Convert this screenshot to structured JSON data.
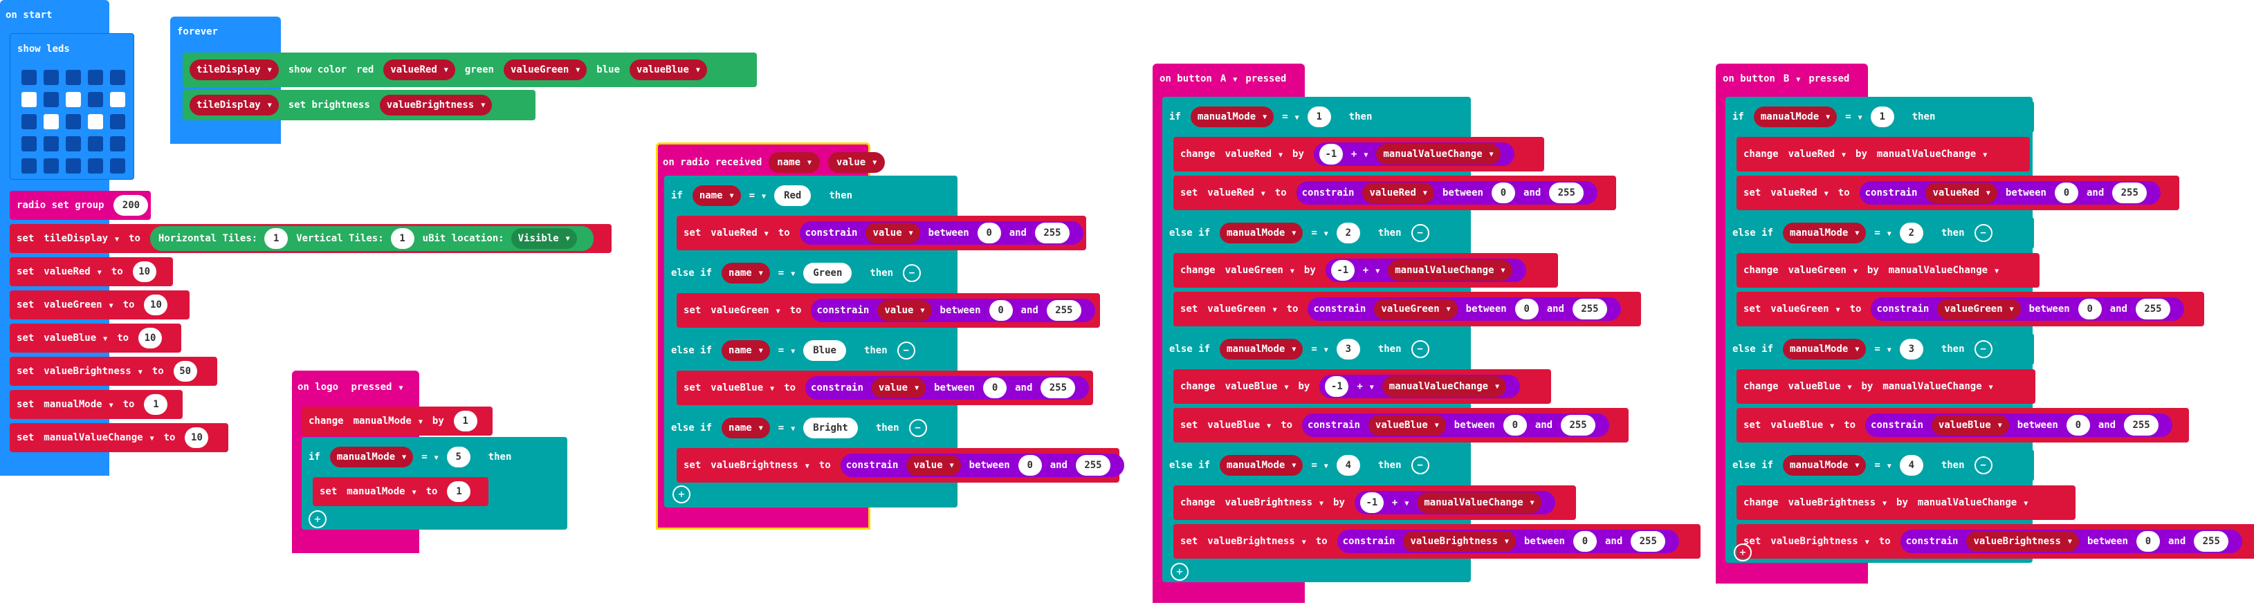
{
  "colors": {
    "loops": "#1e90ff",
    "radio": "#e3008c",
    "variables": "#dc143c",
    "logic": "#00a4a6",
    "math": "#9400d3",
    "display": "#27ae60"
  },
  "on_start": {
    "hat": "on start",
    "show_leds": "show leds",
    "leds": [
      0,
      0,
      0,
      0,
      0,
      1,
      0,
      1,
      0,
      1,
      0,
      1,
      0,
      1,
      0,
      0,
      0,
      0,
      0,
      0,
      0,
      0,
      0,
      0,
      0
    ],
    "radio_set_group": {
      "label": "radio set group",
      "value": "200"
    },
    "set_tile": {
      "set": "set",
      "var": "tileDisplay",
      "to": "to",
      "h_label": "Horizontal Tiles:",
      "h_val": "1",
      "v_label": "Vertical Tiles:",
      "v_val": "1",
      "loc_label": "uBit location:",
      "loc_val": "Visible"
    },
    "sets": [
      {
        "set": "set",
        "var": "valueRed",
        "to": "to",
        "val": "10"
      },
      {
        "set": "set",
        "var": "valueGreen",
        "to": "to",
        "val": "10"
      },
      {
        "set": "set",
        "var": "valueBlue",
        "to": "to",
        "val": "10"
      },
      {
        "set": "set",
        "var": "valueBrightness",
        "to": "to",
        "val": "50"
      },
      {
        "set": "set",
        "var": "manualMode",
        "to": "to",
        "val": "1"
      },
      {
        "set": "set",
        "var": "manualValueChange",
        "to": "to",
        "val": "10"
      }
    ]
  },
  "forever": {
    "hat": "forever",
    "show_color": {
      "var": "tileDisplay",
      "label": "show color",
      "red": "red",
      "red_var": "valueRed",
      "green": "green",
      "green_var": "valueGreen",
      "blue": "blue",
      "blue_var": "valueBlue"
    },
    "set_brightness": {
      "var": "tileDisplay",
      "label": "set brightness",
      "val_var": "valueBrightness"
    }
  },
  "on_logo": {
    "hat_on": "on logo",
    "hat_evt": "pressed",
    "change": {
      "label": "change",
      "var": "manualMode",
      "by": "by",
      "val": "1"
    },
    "if": {
      "if": "if",
      "var": "manualMode",
      "op": "=",
      "val": "5",
      "then": "then"
    },
    "set": {
      "set": "set",
      "var": "manualMode",
      "to": "to",
      "val": "1"
    }
  },
  "on_radio": {
    "hat": "on radio received",
    "p1": "name",
    "p2": "value",
    "branches": [
      {
        "kw": "if",
        "var": "name",
        "op": "=",
        "str": "Red",
        "then": "then",
        "set": "set",
        "target": "valueRed",
        "to": "to",
        "constrain": "constrain",
        "cvar": "value",
        "between": "between",
        "lo": "0",
        "and": "and",
        "hi": "255"
      },
      {
        "kw": "else if",
        "var": "name",
        "op": "=",
        "str": "Green",
        "then": "then",
        "set": "set",
        "target": "valueGreen",
        "to": "to",
        "constrain": "constrain",
        "cvar": "value",
        "between": "between",
        "lo": "0",
        "and": "and",
        "hi": "255"
      },
      {
        "kw": "else if",
        "var": "name",
        "op": "=",
        "str": "Blue",
        "then": "then",
        "set": "set",
        "target": "valueBlue",
        "to": "to",
        "constrain": "constrain",
        "cvar": "value",
        "between": "between",
        "lo": "0",
        "and": "and",
        "hi": "255"
      },
      {
        "kw": "else if",
        "var": "name",
        "op": "=",
        "str": "Bright",
        "then": "then",
        "set": "set",
        "target": "valueBrightness",
        "to": "to",
        "constrain": "constrain",
        "cvar": "value",
        "between": "between",
        "lo": "0",
        "and": "and",
        "hi": "255"
      }
    ]
  },
  "on_button_a": {
    "hat_on": "on button",
    "button": "A",
    "hat_evt": "pressed",
    "branches": [
      {
        "kw": "if",
        "var": "manualMode",
        "op": "=",
        "val": "1",
        "then": "then",
        "change": "change",
        "target": "valueRed",
        "by": "by",
        "neg": "-1",
        "times": "+",
        "mvar": "manualValueChange",
        "set": "set",
        "to": "to",
        "constrain": "constrain",
        "between": "between",
        "lo": "0",
        "and": "and",
        "hi": "255"
      },
      {
        "kw": "else if",
        "var": "manualMode",
        "op": "=",
        "val": "2",
        "then": "then",
        "change": "change",
        "target": "valueGreen",
        "by": "by",
        "neg": "-1",
        "times": "+",
        "mvar": "manualValueChange",
        "set": "set",
        "to": "to",
        "constrain": "constrain",
        "between": "between",
        "lo": "0",
        "and": "and",
        "hi": "255"
      },
      {
        "kw": "else if",
        "var": "manualMode",
        "op": "=",
        "val": "3",
        "then": "then",
        "change": "change",
        "target": "valueBlue",
        "by": "by",
        "neg": "-1",
        "times": "+",
        "mvar": "manualValueChange",
        "set": "set",
        "to": "to",
        "constrain": "constrain",
        "between": "between",
        "lo": "0",
        "and": "and",
        "hi": "255"
      },
      {
        "kw": "else if",
        "var": "manualMode",
        "op": "=",
        "val": "4",
        "then": "then",
        "change": "change",
        "target": "valueBrightness",
        "by": "by",
        "neg": "-1",
        "times": "+",
        "mvar": "manualValueChange",
        "set": "set",
        "to": "to",
        "constrain": "constrain",
        "between": "between",
        "lo": "0",
        "and": "and",
        "hi": "255"
      }
    ]
  },
  "on_button_b": {
    "hat_on": "on button",
    "button": "B",
    "hat_evt": "pressed",
    "branches": [
      {
        "kw": "if",
        "var": "manualMode",
        "op": "=",
        "val": "1",
        "then": "then",
        "change": "change",
        "target": "valueRed",
        "by": "by",
        "mvar": "manualValueChange",
        "set": "set",
        "to": "to",
        "constrain": "constrain",
        "between": "between",
        "lo": "0",
        "and": "and",
        "hi": "255"
      },
      {
        "kw": "else if",
        "var": "manualMode",
        "op": "=",
        "val": "2",
        "then": "then",
        "change": "change",
        "target": "valueGreen",
        "by": "by",
        "mvar": "manualValueChange",
        "set": "set",
        "to": "to",
        "constrain": "constrain",
        "between": "between",
        "lo": "0",
        "and": "and",
        "hi": "255"
      },
      {
        "kw": "else if",
        "var": "manualMode",
        "op": "=",
        "val": "3",
        "then": "then",
        "change": "change",
        "target": "valueBlue",
        "by": "by",
        "mvar": "manualValueChange",
        "set": "set",
        "to": "to",
        "constrain": "constrain",
        "between": "between",
        "lo": "0",
        "and": "and",
        "hi": "255"
      },
      {
        "kw": "else if",
        "var": "manualMode",
        "op": "=",
        "val": "4",
        "then": "then",
        "change": "change",
        "target": "valueBrightness",
        "by": "by",
        "mvar": "manualValueChange",
        "set": "set",
        "to": "to",
        "constrain": "constrain",
        "between": "between",
        "lo": "0",
        "and": "and",
        "hi": "255"
      }
    ]
  }
}
